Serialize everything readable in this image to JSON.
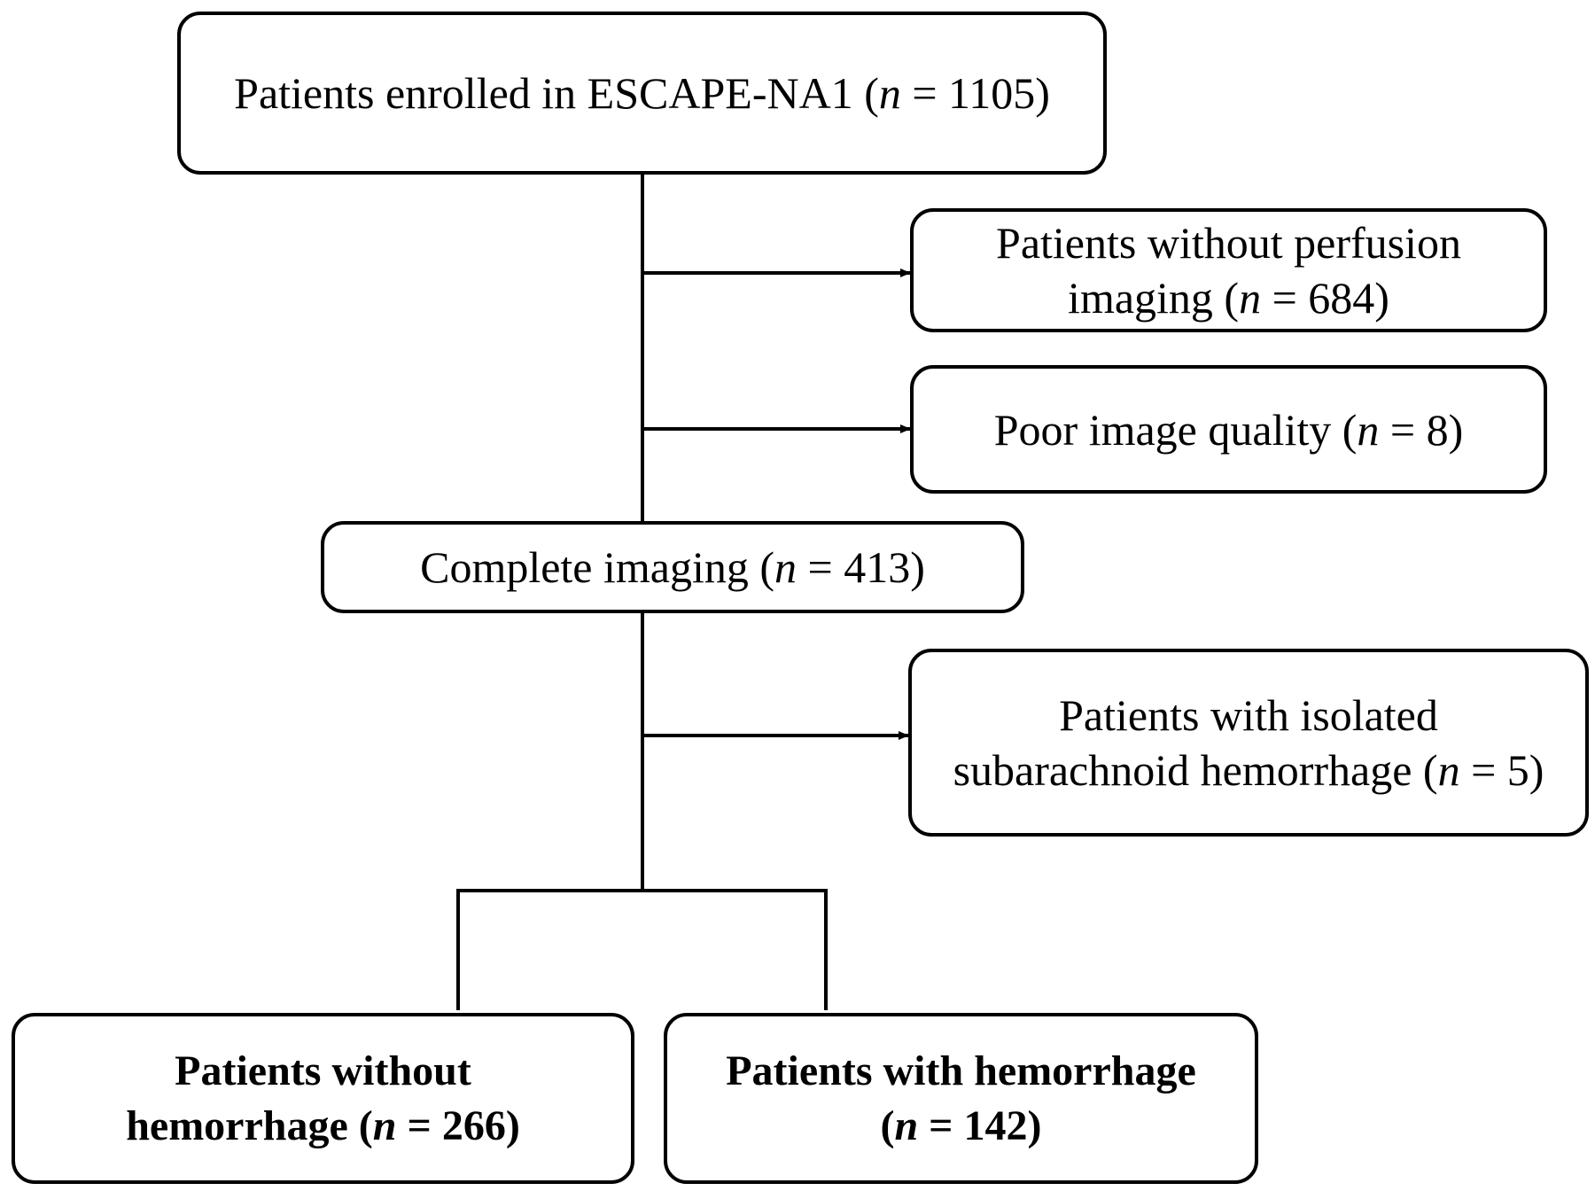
{
  "boxes": {
    "enrolled": {
      "pre": "Patients enrolled in ESCAPE-NA1 (",
      "n": "n",
      "post": " = 1105)"
    },
    "no_perfusion": {
      "line1": "Patients without perfusion",
      "pre": "imaging (",
      "n": "n",
      "post": " = 684)"
    },
    "poor_quality": {
      "pre": "Poor image quality (",
      "n": "n",
      "post": " = 8)"
    },
    "complete": {
      "pre": "Complete imaging (",
      "n": "n",
      "post": " = 413)"
    },
    "sah": {
      "line1": "Patients with isolated",
      "pre": "subarachnoid hemorrhage (",
      "n": "n",
      "post": " = 5)"
    },
    "no_hemorrhage": {
      "line1": "Patients without",
      "pre": "hemorrhage (",
      "n": "n",
      "post": " = 266)"
    },
    "hemorrhage": {
      "line1": "Patients with hemorrhage",
      "pre": "(",
      "n": "n",
      "post": " = 142)"
    }
  }
}
